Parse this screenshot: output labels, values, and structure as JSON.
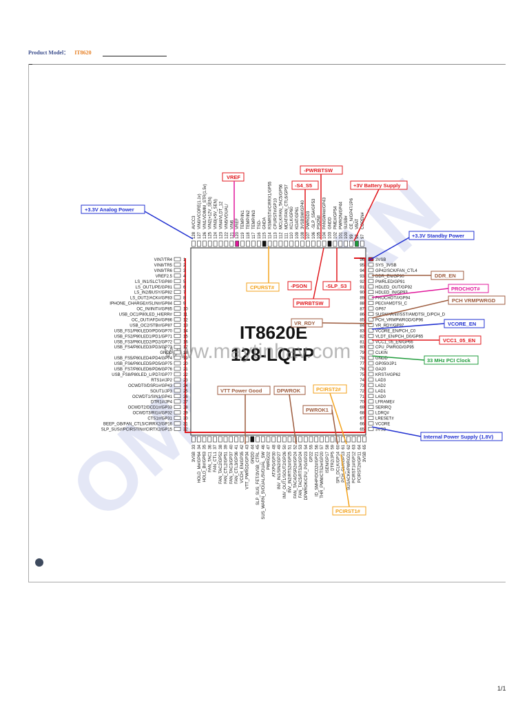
{
  "header": {
    "label": "Product Model：",
    "model": "IT8620"
  },
  "chip": {
    "name": "IT8620E",
    "package": "128-LQFP"
  },
  "watermark": {
    "url": "www.maytinhav.com",
    "diagonal": "OMMEDIAN"
  },
  "page": "1/1",
  "pins": {
    "left": [
      "VIN7/TR4",
      "VIN8/TR5",
      "VIN9/TR6",
      "VREF2.5",
      "LS_IN1/SLCT/GP80",
      "LS_OUT1/PE/GP81",
      "LS_IN2/BUSY/GP82",
      "LS_OUT2/ACK#/GP83",
      "IPHONE_CHARGE#/SLIN#/GP84",
      "OC_IN/INIT#/GP85",
      "USB_OC1/P80LED_H/ERR#",
      "OC_OUT/AFD#/GP86",
      "USB_OC2/STB#/GP87",
      "USB_FS1/P80LED0/PD0/GP70",
      "USB_FS2/P80LED1/PD1/GP71",
      "USB_FS3/P80LED2/PD2/GP72",
      "USB_FS4/P80LED3/PD3/GP73",
      "GNDD",
      "USB_FS5/P80LED4/PD4/GP74",
      "USB_FS6/P80LED5/PD5/GP75",
      "USB_FS7/P80LED6/PD6/GP76",
      "USB_FS8/P80LED_L/PD7/GP77",
      "RTS1#/JP2",
      "OCWDT0/DSR1#/GP43",
      "SOUT1/JP3",
      "OCWDT1/SIN1/GP41",
      "DTR1#/JP4",
      "OCWDT2/DCD1#/GP33",
      "OCWDT3/RI1#/GP32",
      "CTS1#/GP31",
      "BEEP_GB/FAN_CTL5/CIRRX2/GP16",
      "SLP_SUS#/PCIRSTIN#/CIRTX2/GP15"
    ],
    "right": [
      "3VSB",
      "SYS_3VSB",
      "GP42/SCK/FAN_CTL4",
      "DDR_EN/GP90",
      "PWRLED/GP91",
      "HDLED_OUT/GP92",
      "HDLED_IN/GP93",
      "PROCHOT#/GP94",
      "PECI/AMDTSI_C",
      "GP67",
      "SUSWARN#/SST/AMDTSI_D/PCH_D",
      "PCH_VRMPWRGD/GP96",
      "VR_RDY/GP97",
      "VCORE_EN/PCH_C0",
      "VLDT_EN/PCH_D0/GP65",
      "VCC1_05_EN/GP66",
      "CPU_PWRGD/GP95",
      "CLKIN",
      "GNDD",
      "GP050/JP1",
      "GA20",
      "KRST#/GP62",
      "LAD3",
      "LAD2",
      "LAD1",
      "LAD0",
      "LFRAME#",
      "SERIRQ",
      "LDRQ#",
      "LRESET#",
      "VCORE",
      "3VSB"
    ],
    "right_nums": [
      "96",
      "95",
      "94",
      "93",
      "92",
      "91",
      "90",
      "89",
      "88",
      "87",
      "86",
      "85",
      "84",
      "83",
      "82",
      "81",
      "80",
      "79",
      "78",
      "77",
      "76",
      "75",
      "74",
      "73",
      "72",
      "71",
      "70",
      "69",
      "68",
      "67",
      "66",
      "65"
    ],
    "top": [
      "AVCC3",
      "VIN0/VCORE(1.1v)",
      "VIN1/VDIMM_STR(1.5v)",
      "VIN2(+12V_SEN)",
      "VIN3(+5V_SEN)",
      "VIN4/VLDT_12",
      "VIN5/VDUAL/",
      "VIN6",
      "VREF",
      "TEMP/IN1",
      "TEMP/IN2",
      "TEMP/IN3",
      "TSD-",
      "GNDA",
      "RSMRST#/CIRRX1/GP55",
      "CPURST#/GP10",
      "MCLK/FAN_TAC5/GP56",
      "MDAT/FAN_CTL6/GP57",
      "KCLK/GP60",
      "KDAT/GP61",
      "3VSBSW/GP40",
      "PWRGD3",
      "-SLP_S5#/GP53",
      "PSON#",
      "PANSWH#/GP43",
      "GNDD",
      "PME#/GP54",
      "PWRON/GP44",
      "SUSB#",
      "CE_N/GP47/JP6",
      "VBAT",
      "COPEN#"
    ],
    "top_nums": [
      "128",
      "127",
      "126",
      "125",
      "124",
      "123",
      "122",
      "121",
      "120",
      "119",
      "118",
      "117",
      "116",
      "115",
      "114",
      "113",
      "112",
      "111",
      "110",
      "109",
      "108",
      "107",
      "106",
      "105",
      "104",
      "103",
      "102",
      "101",
      "100",
      "99",
      "98",
      "97"
    ],
    "bottom": [
      "3VSB",
      "HOLD_M#/GP64",
      "HOLD_B#/GP63",
      "FAN_TAC1",
      "FAN_CTL1",
      "FAN_TAC2/GP52",
      "FAN_CTL2/GP51",
      "FAN_TAC3/GP37",
      "FAN_CTL3/GP36",
      "VCCH_EN/GP35",
      "VTT_PWRGD/GP34",
      "GNDD",
      "SLP_SUS_FET/3VSB_CTRL",
      "SUS_WARN_5VDUAL/5VDUAL_SW",
      "PWRGD2",
      "ATXPG/GP30",
      "INV_IN1/SIN2/GP27",
      "INV_OUT1/SOUT2/GP26",
      "INV_IN2/RTS2#/GP25",
      "FAN_TAC4/DSR2#/GP24",
      "FAN_TAC5/RTS2#/GP24",
      "DPWROK/CPU_PG/GP23",
      "GP22",
      "ID_SMHP/DCD2#/GP21",
      "THR_PWM/CTS2#/GP20",
      "ISEN/GP17",
      "DTR2/JP5",
      "SPI_DCLK/GP14",
      "PCH_CLK/GP13",
      "SUSACK#/PWRGD1",
      "PCIRST1#/GP12",
      "PCIRST2#/GP11",
      "3VSB"
    ]
  },
  "callouts": {
    "vref": "VREF",
    "pwrbtsw_top": "-PWRBTSW",
    "s4s5": "-S4_S5",
    "battery": "+3V Battery Supply",
    "analog": "+3.3V Analog Power",
    "standby": "+3.3V Standby Power",
    "ddr_en": "DDR_EN",
    "prochot": "PROCHOT#",
    "pch_vrm": "PCH VRMPWRGD",
    "vcore_en": "VCORE_EN",
    "vcc105": "VCC1_05_EN",
    "pci_clock": "33 MHz PCI Clock",
    "internal": "Internal Power Supply (1.8V)",
    "cpurst": "CPURST#",
    "pson": "-PSON",
    "slp_s3": "-SLP_S3",
    "pwrbtsw": "PWRBTSW",
    "vr_rdy": "VR_RDY",
    "vtt": "VTT Power Good",
    "dpwrok": "DPWROK",
    "pcirst2": "PCIRST2#",
    "pwrok1": "PWROK1",
    "pcirst1": "PCIRST1#"
  },
  "colors": {
    "red": "#e0161b",
    "blue": "#1f2fd0",
    "orange": "#f3a21b",
    "brown": "#9c5a3c",
    "green": "#1e9b3a",
    "magenta": "#e0169a"
  }
}
